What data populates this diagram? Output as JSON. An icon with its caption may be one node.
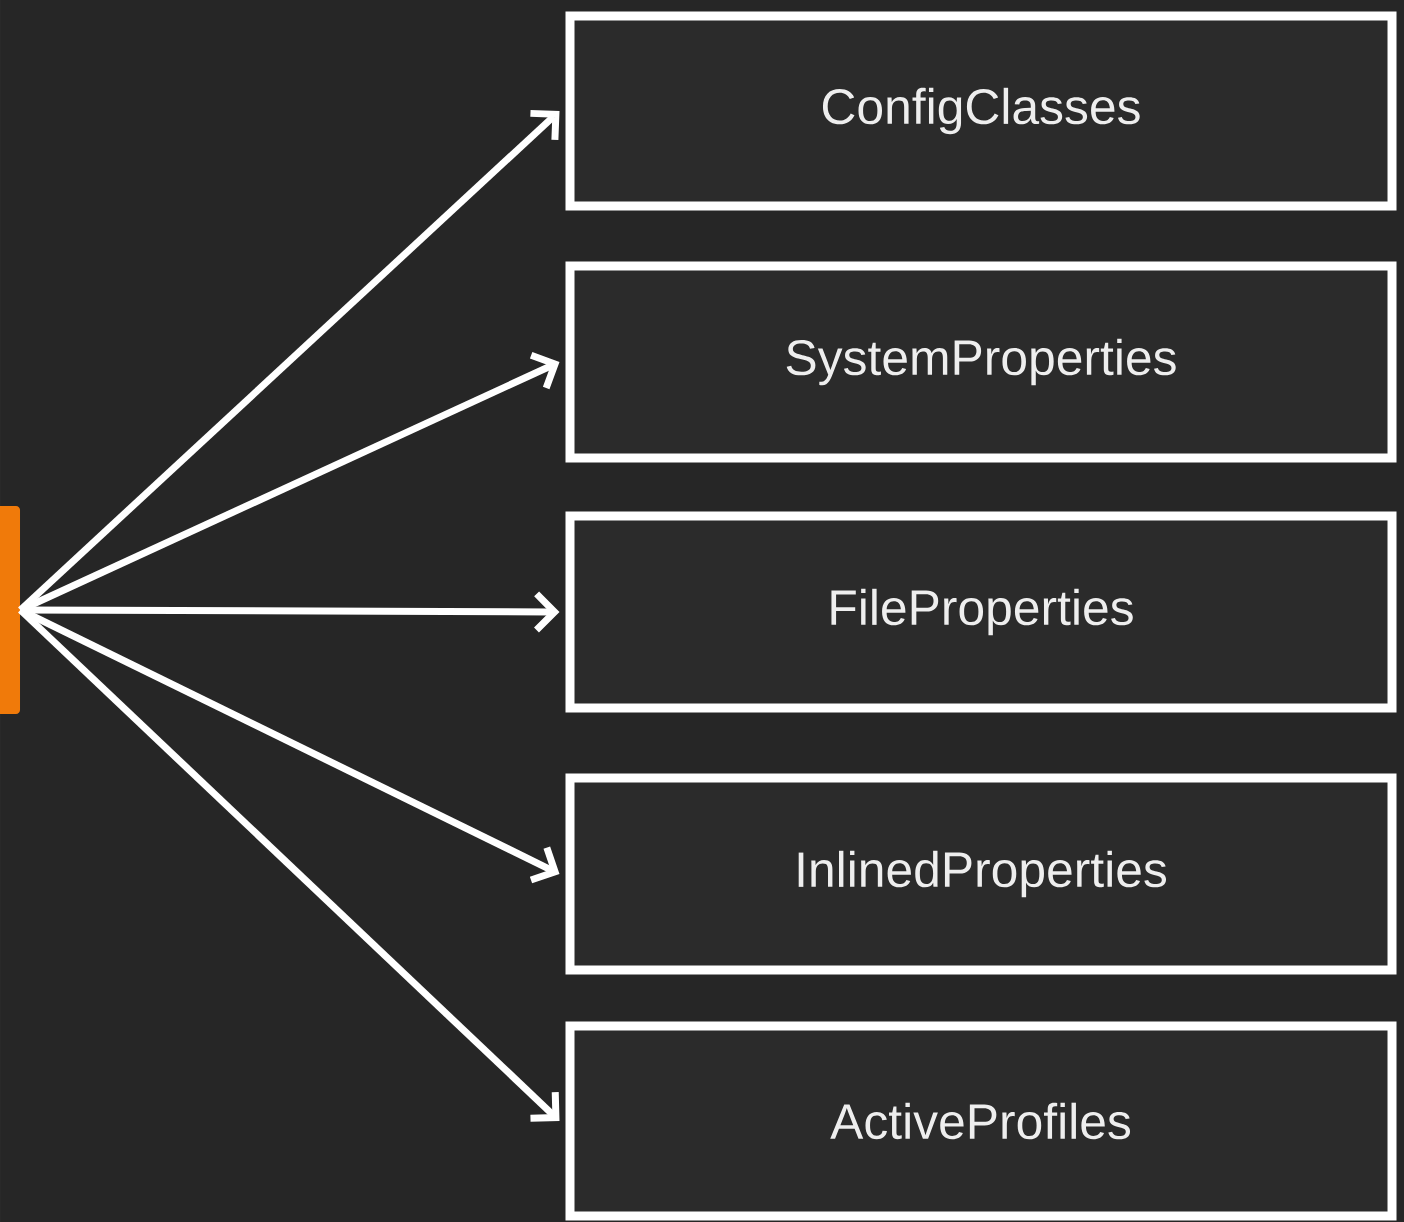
{
  "diagram": {
    "nodes": [
      {
        "text": [],
        "shape": "bar"
      },
      {
        "text": [
          "ConfigClasses"
        ]
      },
      {
        "text": [
          "SystemProperties"
        ]
      },
      {
        "text": [
          "FileProperties"
        ]
      },
      {
        "text": [
          "InlinedProperties"
        ]
      },
      {
        "text": [
          "ActiveProfiles"
        ]
      }
    ],
    "edges": [
      {
        "from": 0,
        "to": 1,
        "arrow": "to"
      },
      {
        "from": 0,
        "to": 2,
        "arrow": "to"
      },
      {
        "from": 0,
        "to": 3,
        "arrow": "to"
      },
      {
        "from": 0,
        "to": 4,
        "arrow": "to"
      },
      {
        "from": 0,
        "to": 5,
        "arrow": "to"
      }
    ]
  }
}
